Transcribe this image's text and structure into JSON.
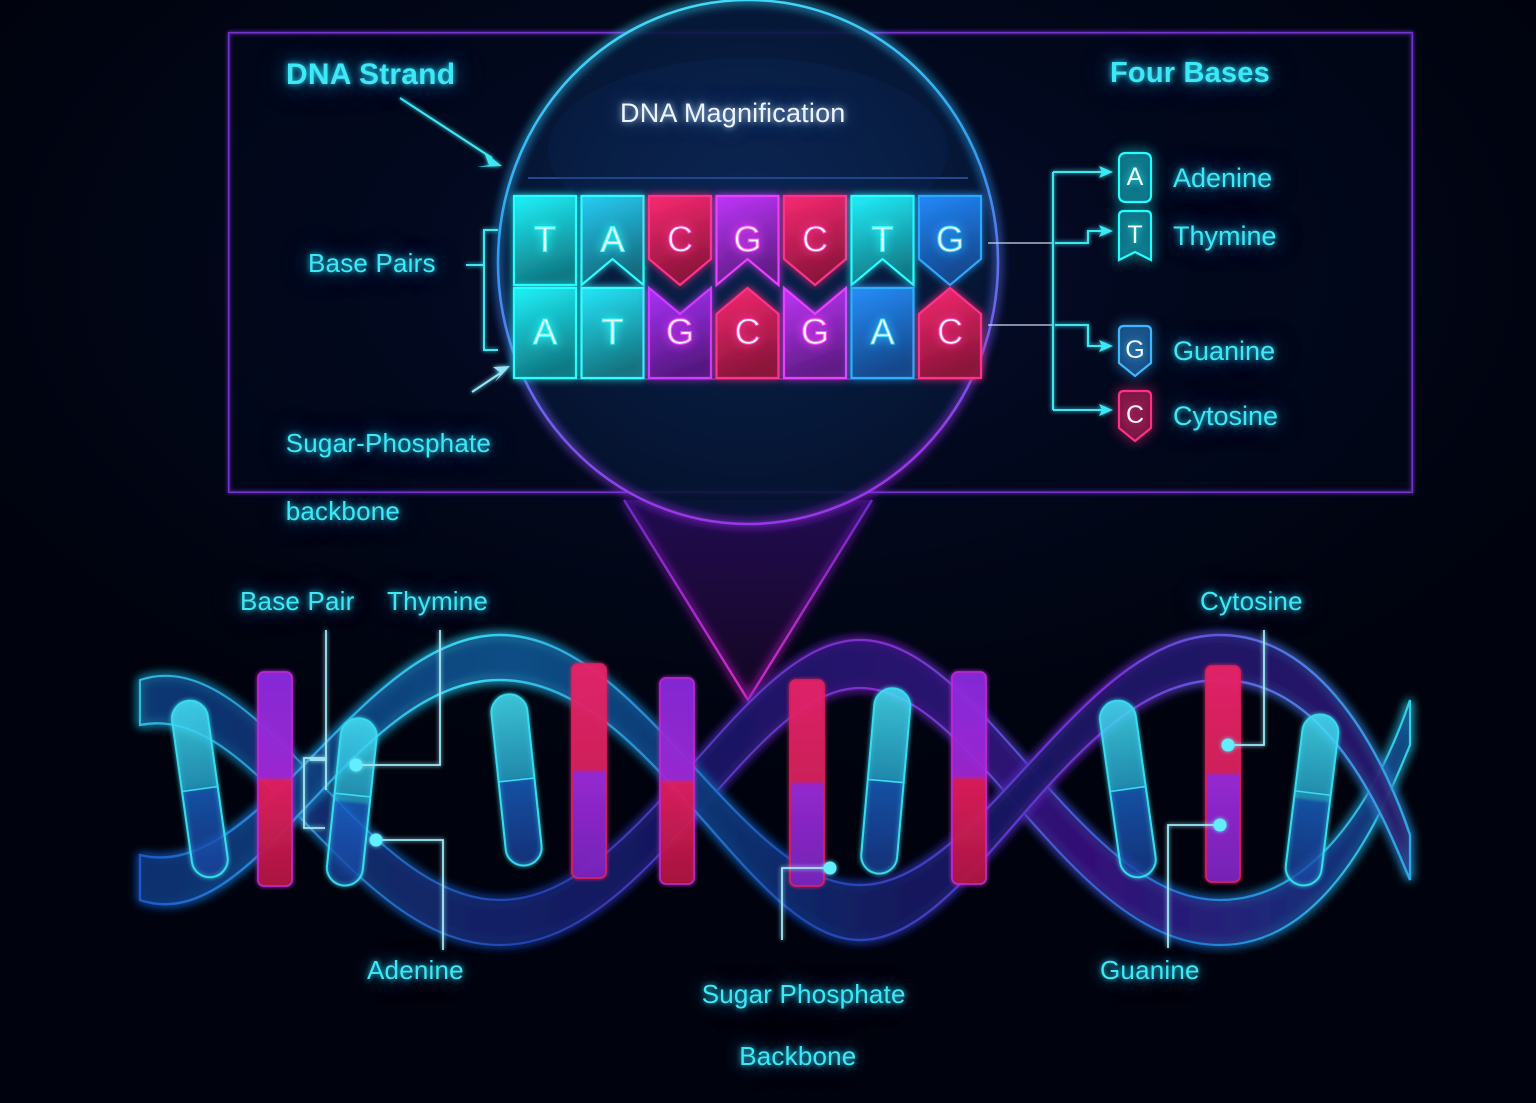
{
  "panel": {
    "border_color": "#7b35d6",
    "title_strand": "DNA Strand",
    "title_bases": "Four Bases",
    "label_base_pairs": "Base Pairs",
    "label_backbone_line1": "Sugar-Phosphate",
    "label_backbone_line2": "backbone",
    "magnifier_title": "DNA Magnification"
  },
  "sequence": {
    "top": [
      "T",
      "A",
      "C",
      "G",
      "C",
      "T",
      "G"
    ],
    "bottom": [
      "A",
      "T",
      "G",
      "C",
      "G",
      "A",
      "C"
    ],
    "top_colors": [
      "#19c6d8",
      "#1fa8c8",
      "#e0215c",
      "#9b2bd8",
      "#e0215c",
      "#1bc3da",
      "#1d6fe0"
    ],
    "bottom_colors": [
      "#19c6d8",
      "#1fbcd2",
      "#8b27d2",
      "#e0215c",
      "#9b2bd8",
      "#1f74e2",
      "#e0215c"
    ]
  },
  "legend": {
    "heading": "Four Bases",
    "items": [
      {
        "letter": "A",
        "name": "Adenine",
        "color": "#18b9d6",
        "shape": "round"
      },
      {
        "letter": "T",
        "name": "Thymine",
        "color": "#18b9d6",
        "shape": "notch"
      },
      {
        "letter": "G",
        "name": "Guanine",
        "color": "#2a7fd4",
        "shape": "point"
      },
      {
        "letter": "C",
        "name": "Cytosine",
        "color": "#e0215c",
        "shape": "point"
      }
    ]
  },
  "helix_labels": {
    "base_pair": "Base Pair",
    "thymine": "Thymine",
    "cytosine": "Cytosine",
    "adenine": "Adenine",
    "sugar_phosphate_line1": "Sugar Phosphate",
    "sugar_phosphate_line2": "Backbone",
    "guanine": "Guanine"
  },
  "colors": {
    "background": "#00030d",
    "cyan": "#3ee8f5",
    "white": "#eef4ff",
    "magenta": "#c32bd8",
    "crimson": "#e0215c",
    "blue": "#2a7fd4",
    "purple": "#7b35d6"
  }
}
